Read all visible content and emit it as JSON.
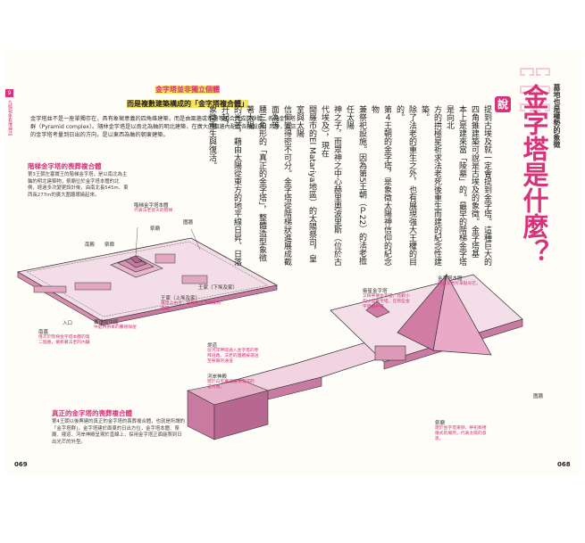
{
  "left_page": {
    "tab_number": "9",
    "tab_text": "九條現象看懂神話",
    "heading_line1": "金字塔並非獨立個體",
    "heading_line2": "而是複數建築構成的「金字塔複合體」",
    "intro": "金字塔並不是一座單獨存在，具有象徵意義的四角錐建築，而是由圍牆或祭廟等組合而成的群體。名為金字塔群（Pyramid complex）。隨林金字塔是以南北為軸的明北建築，在廣大的圍牆內配置各項設施。另外，真正的金字塔考量到日出的方向，是以東西為軸的朝東建築。",
    "caption1_title": "階梯金字塔的喪葬複合體",
    "caption1_text": "第3王朝左塞爾王的階梯金字塔，是以南北為主軸的明北建築物，祭廟位於金字塔本體的北側，經過多次變更設計後，由南北長545m、東西長277m的廣大圍牆環繞起來。",
    "caption2_title": "真正的金字塔的喪葬複合體",
    "caption2_text": "第4王朝以後興建的真正的金字塔的喪葬複合體，也就是所謂的「金字塔群」。金字塔建於面東的日出方位，金字塔本體、祭廟、棧道、河岸神殿呈現於直線上，採用金字塔正面能照到日出光芒的外型。",
    "labels": {
      "pyramid_main": "階梯金字塔本體",
      "pyramid_main_note": "代表法老登天的階梯",
      "mortuary": "祭廟",
      "wall": "圍牆",
      "south_temple": "南殿",
      "north_temple": "祭廊",
      "court_upper": "王家（上埃及家）",
      "court_upper_note": "再現上古王，當時首上下埃及的建築",
      "court_lower": "王家（下埃及家）",
      "heb_court": "賽德節中庭",
      "heb_note": "中庭內供奉的賽德祥屋",
      "south_tomb": "南墓",
      "south_tomb_note": "僅次於階梯金字塔本體的第二個墓，儀葬著法老的內臟",
      "entrance": "入口",
      "causeway": "堤道",
      "causeway_note": "從河岸神殿通入金字塔的參拜道路。法老的遺體被運送至祭廟的通道",
      "valley_temple": "河岸神殿",
      "valley_note": "建於白尼羅河沿岸而成的運河旁。"
    },
    "page_number": "069"
  },
  "right_page": {
    "deco": "𓉐𓉐 𓉐𓉐 𓉐𓉐",
    "title_main": "金字塔是什麼？",
    "title_sub": "墓地也是權勢的象徵",
    "shuo": "說",
    "columns": [
      "提到古埃及就一定會提到金字塔。這種巨大的",
      "四角錐建築可說是古埃及的象徵。金字塔基",
      "本上是建來當「陵墓」的。最早的階梯金字塔是向北",
      "方的拱極星祈求法老死後重生而建的紀念性建築。",
      "除了法老的重生之外，也有展現強大王權的目的。",
      "第４王朝的金字塔，是象徵太陽神信仰的紀念物",
      "兼祭祀設施。因為第5王朝（Ｐ22）的法老擔任太陽",
      "神之子，而眾神之中心赫里奧波里斯（位於古代埃及），現在",
      "開羅市的El Matariya地區）的太陽祭司，皇室與太陽",
      "信仰變得密不可分。金字塔從階梯狀進展成截面為等",
      "腰三角形的「真正的金字塔」，整體造型象徵著太陽",
      "的光芒，藉由太陽從東方的地平線日昇、日落升起，",
      "象徵重生與復活。"
    ],
    "labels": {
      "satellite": "衛星金字塔",
      "satellite_note": "又稱祭儀金字塔，比較小的小型金字塔，在有些金字塔群中有",
      "pyramid_body": "金字塔本體",
      "pyramid_body_note": "用石灰岩片來點光芒。",
      "wall": "圍牆",
      "temple": "祭廟",
      "temple_note": "建於金字塔東側，祭祀葬禮儀式的場所，代表太陽的意思。"
    },
    "page_number": "068"
  }
}
